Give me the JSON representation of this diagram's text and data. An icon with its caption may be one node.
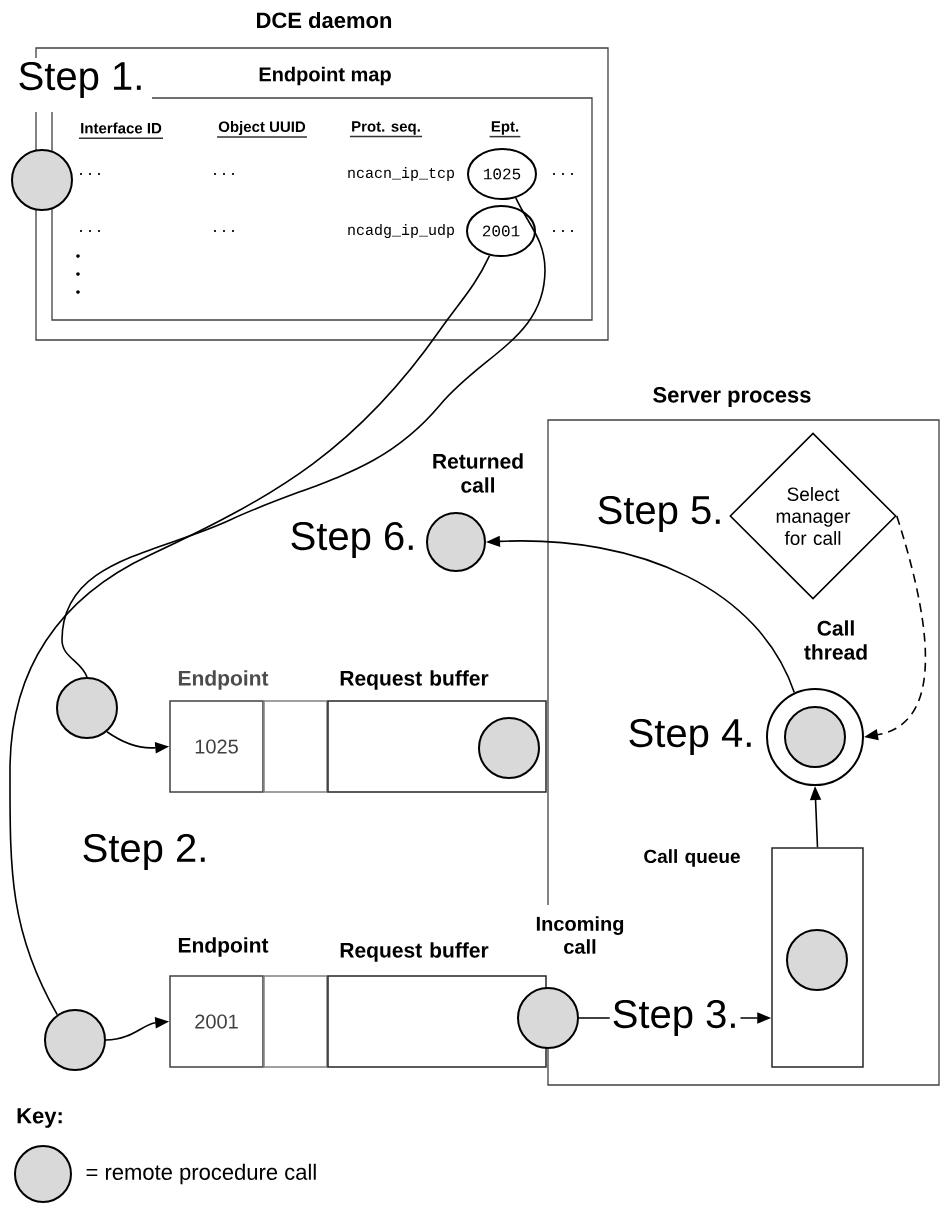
{
  "diagram": {
    "nodes": [
      {
        "text": [
          "DCE daemon"
        ]
      },
      {
        "text": [
          "Endpoint map"
        ],
        "in": 0
      },
      {
        "text": [
          "1025"
        ],
        "in": 1
      },
      {
        "text": [
          "2001"
        ],
        "in": 1
      },
      {
        "text": [],
        "shape": "circle"
      },
      {
        "text": [
          "Server process"
        ]
      },
      {
        "text": [],
        "shape": "circle",
        "beside": [
          "Returned call"
        ]
      },
      {
        "text": [
          "Select manager for call"
        ],
        "in": 5
      },
      {
        "text": [],
        "shape": "circle",
        "in": 5,
        "beside": [
          "Call thread"
        ]
      },
      {
        "text": [],
        "shape": "circle"
      },
      {
        "text": [
          "1025"
        ],
        "beside": [
          "Endpoint"
        ]
      },
      {
        "text": [],
        "shape": "box"
      },
      {
        "text": [],
        "shape": "box",
        "beside": [
          "Request buffer"
        ]
      },
      {
        "text": [],
        "shape": "circle",
        "in": 12
      },
      {
        "text": [],
        "shape": "circle"
      },
      {
        "text": [
          "2001"
        ],
        "beside": [
          "Endpoint"
        ]
      },
      {
        "text": [],
        "shape": "box"
      },
      {
        "text": [],
        "shape": "box",
        "beside": [
          "Request buffer"
        ]
      },
      {
        "text": [],
        "shape": "circle",
        "beside": [
          "Incoming call"
        ]
      },
      {
        "text": [],
        "shape": "box",
        "in": 5,
        "beside": [
          "Call queue"
        ]
      },
      {
        "text": [],
        "shape": "circle",
        "in": 19
      }
    ],
    "edges": [
      {
        "from": 2,
        "to": 9,
        "arrow": "none"
      },
      {
        "from": 9,
        "to": 10,
        "arrow": "to"
      },
      {
        "from": 3,
        "to": 14,
        "arrow": "none"
      },
      {
        "from": 14,
        "to": 15,
        "arrow": "to"
      },
      {
        "from": 18,
        "to": 19,
        "arrow": "to",
        "label": "Step 3."
      },
      {
        "from": 19,
        "to": 8,
        "arrow": "to"
      },
      {
        "from": 8,
        "to": 6,
        "arrow": "to"
      },
      {
        "from": 7,
        "to": 8,
        "arrow": "to",
        "style": "dashed"
      }
    ],
    "labels": [
      "Step 1.",
      "Interface ID",
      "Object UUID",
      "Prot. seq.",
      "Ept.",
      "...",
      "...",
      "ncacn_ip_tcp",
      "...",
      "...",
      "...",
      "ncadg_ip_udp",
      "...",
      "Step 5.",
      "Step 6.",
      "Step 4.",
      "Step 2.",
      "Key:"
    ],
    "legend": [
      {
        "text": "= remote procedure call"
      }
    ]
  }
}
